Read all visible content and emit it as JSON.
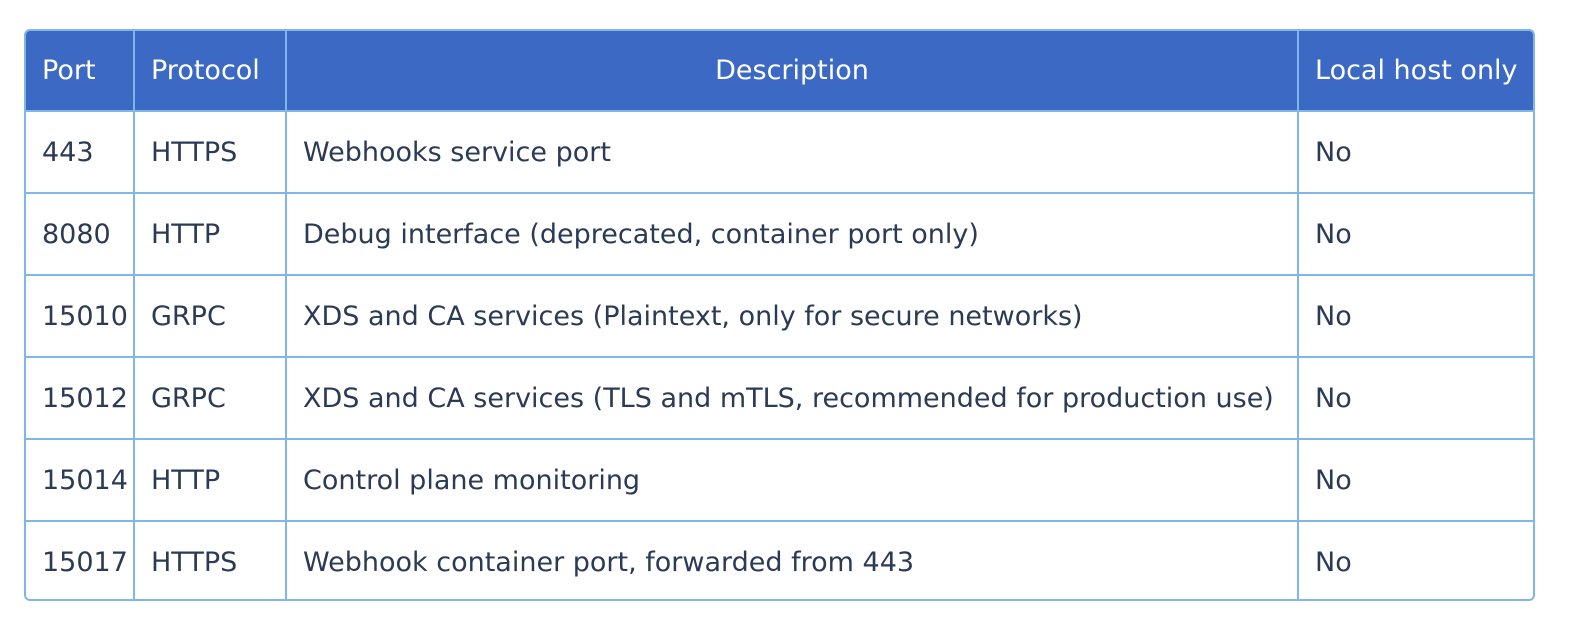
{
  "table": {
    "headers": [
      "Port",
      "Protocol",
      "Description",
      "Local host only"
    ],
    "rows": [
      [
        "443",
        "HTTPS",
        "Webhooks service port",
        "No"
      ],
      [
        "8080",
        "HTTP",
        "Debug interface (deprecated, container port only)",
        "No"
      ],
      [
        "15010",
        "GRPC",
        "XDS and CA services (Plaintext, only for secure networks)",
        "No"
      ],
      [
        "15012",
        "GRPC",
        "XDS and CA services (TLS and mTLS, recommended for production use)",
        "No"
      ],
      [
        "15014",
        "HTTP",
        "Control plane monitoring",
        "No"
      ],
      [
        "15017",
        "HTTPS",
        "Webhook container port, forwarded from 443",
        "No"
      ]
    ]
  }
}
